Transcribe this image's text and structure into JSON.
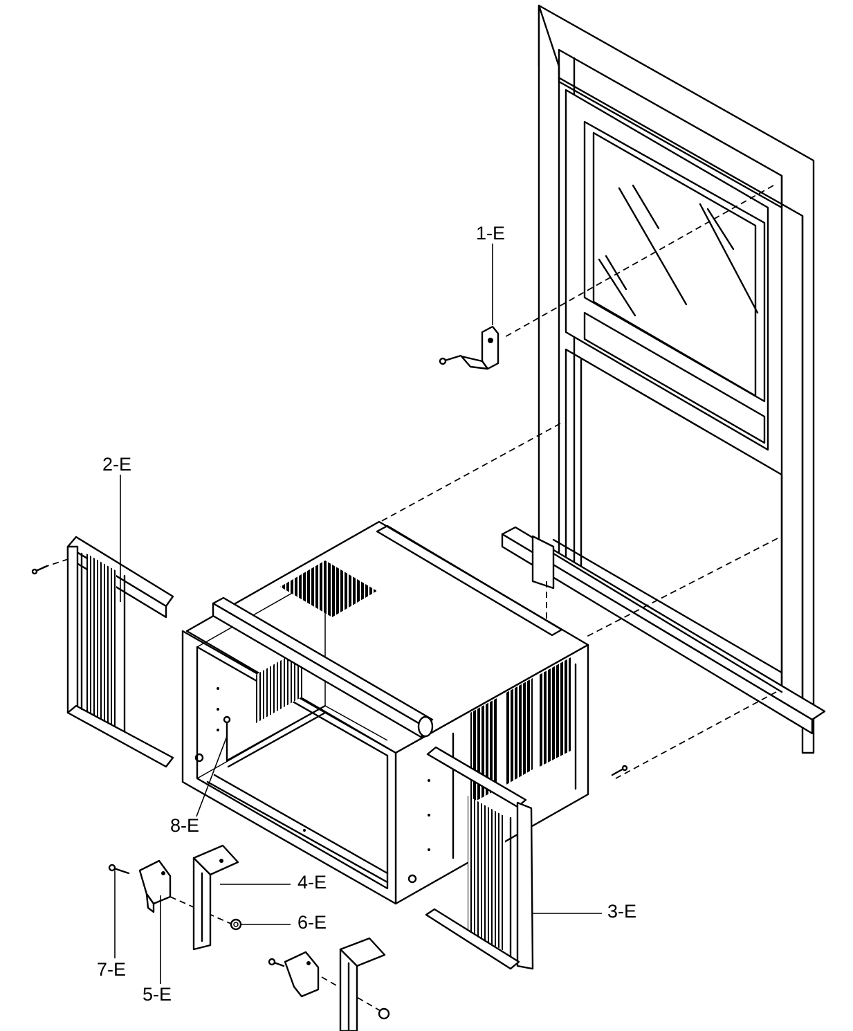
{
  "callouts": [
    {
      "id": "1-E",
      "label": "1-E"
    },
    {
      "id": "2-E",
      "label": "2-E"
    },
    {
      "id": "3-E",
      "label": "3-E"
    },
    {
      "id": "4-E",
      "label": "4-E"
    },
    {
      "id": "5-E",
      "label": "5-E"
    },
    {
      "id": "6-E",
      "label": "6-E"
    },
    {
      "id": "7-E",
      "label": "7-E"
    },
    {
      "id": "8-E",
      "label": "8-E"
    }
  ]
}
